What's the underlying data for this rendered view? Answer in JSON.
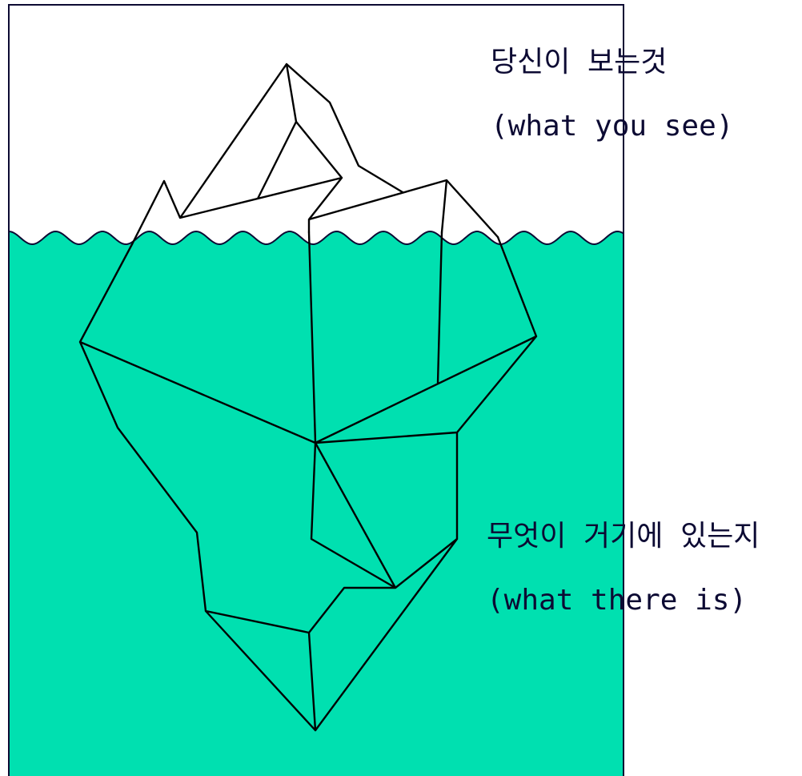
{
  "colors": {
    "water": "#00e0b0",
    "ink": "#0c0a33",
    "ice_line": "#000000",
    "background": "#ffffff"
  },
  "labels": {
    "above_korean": "당신이 보는것",
    "above_english": "(what you see)",
    "below_korean": "무엇이 거기에 있는지",
    "below_english": "(what there is)"
  }
}
